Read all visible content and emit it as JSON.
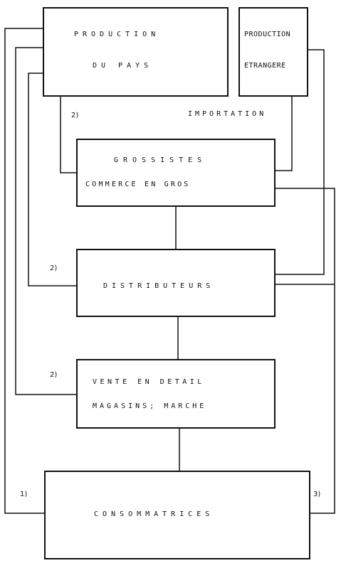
{
  "boxes": {
    "production_pays": {
      "line1": "PRODUCTION",
      "line2": "DU PAYS"
    },
    "production_etrangere": {
      "line1": "PRODUCTION",
      "line2": "ETRANGERE"
    },
    "grossistes": {
      "line1": "GROSSISTES",
      "line2": "COMMERCE EN GROS"
    },
    "distributeurs": {
      "line1": "DISTRIBUTEURS"
    },
    "vente_detail": {
      "line1": "VENTE EN DETAIL",
      "line2": "MAGASINS; MARCHE"
    },
    "consommatrices": {
      "line1": "CONSOMMATRICES"
    }
  },
  "labels": {
    "importation": "IMPORTATION",
    "mark_2_grossistes": "2)",
    "mark_2_distributeurs": "2)",
    "mark_2_vente": "2)",
    "mark_1": "1)",
    "mark_3": "3)"
  }
}
